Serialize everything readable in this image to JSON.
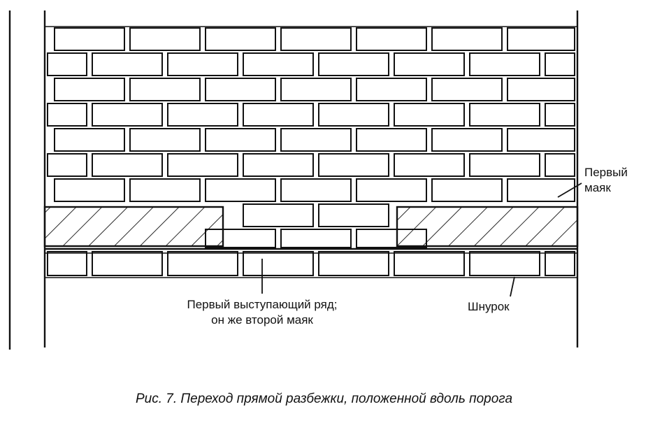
{
  "figure": {
    "labels": {
      "first_beacon": [
        "Первый",
        "маяк"
      ],
      "first_row": [
        "Первый выступающий ряд;",
        "он же второй маяк"
      ],
      "cord": "Шнурок"
    },
    "caption": "Рис. 7. Переход прямой разбежки, положенной вдоль порога"
  },
  "colors": {
    "ink": "#111111",
    "paper": "#ffffff"
  }
}
